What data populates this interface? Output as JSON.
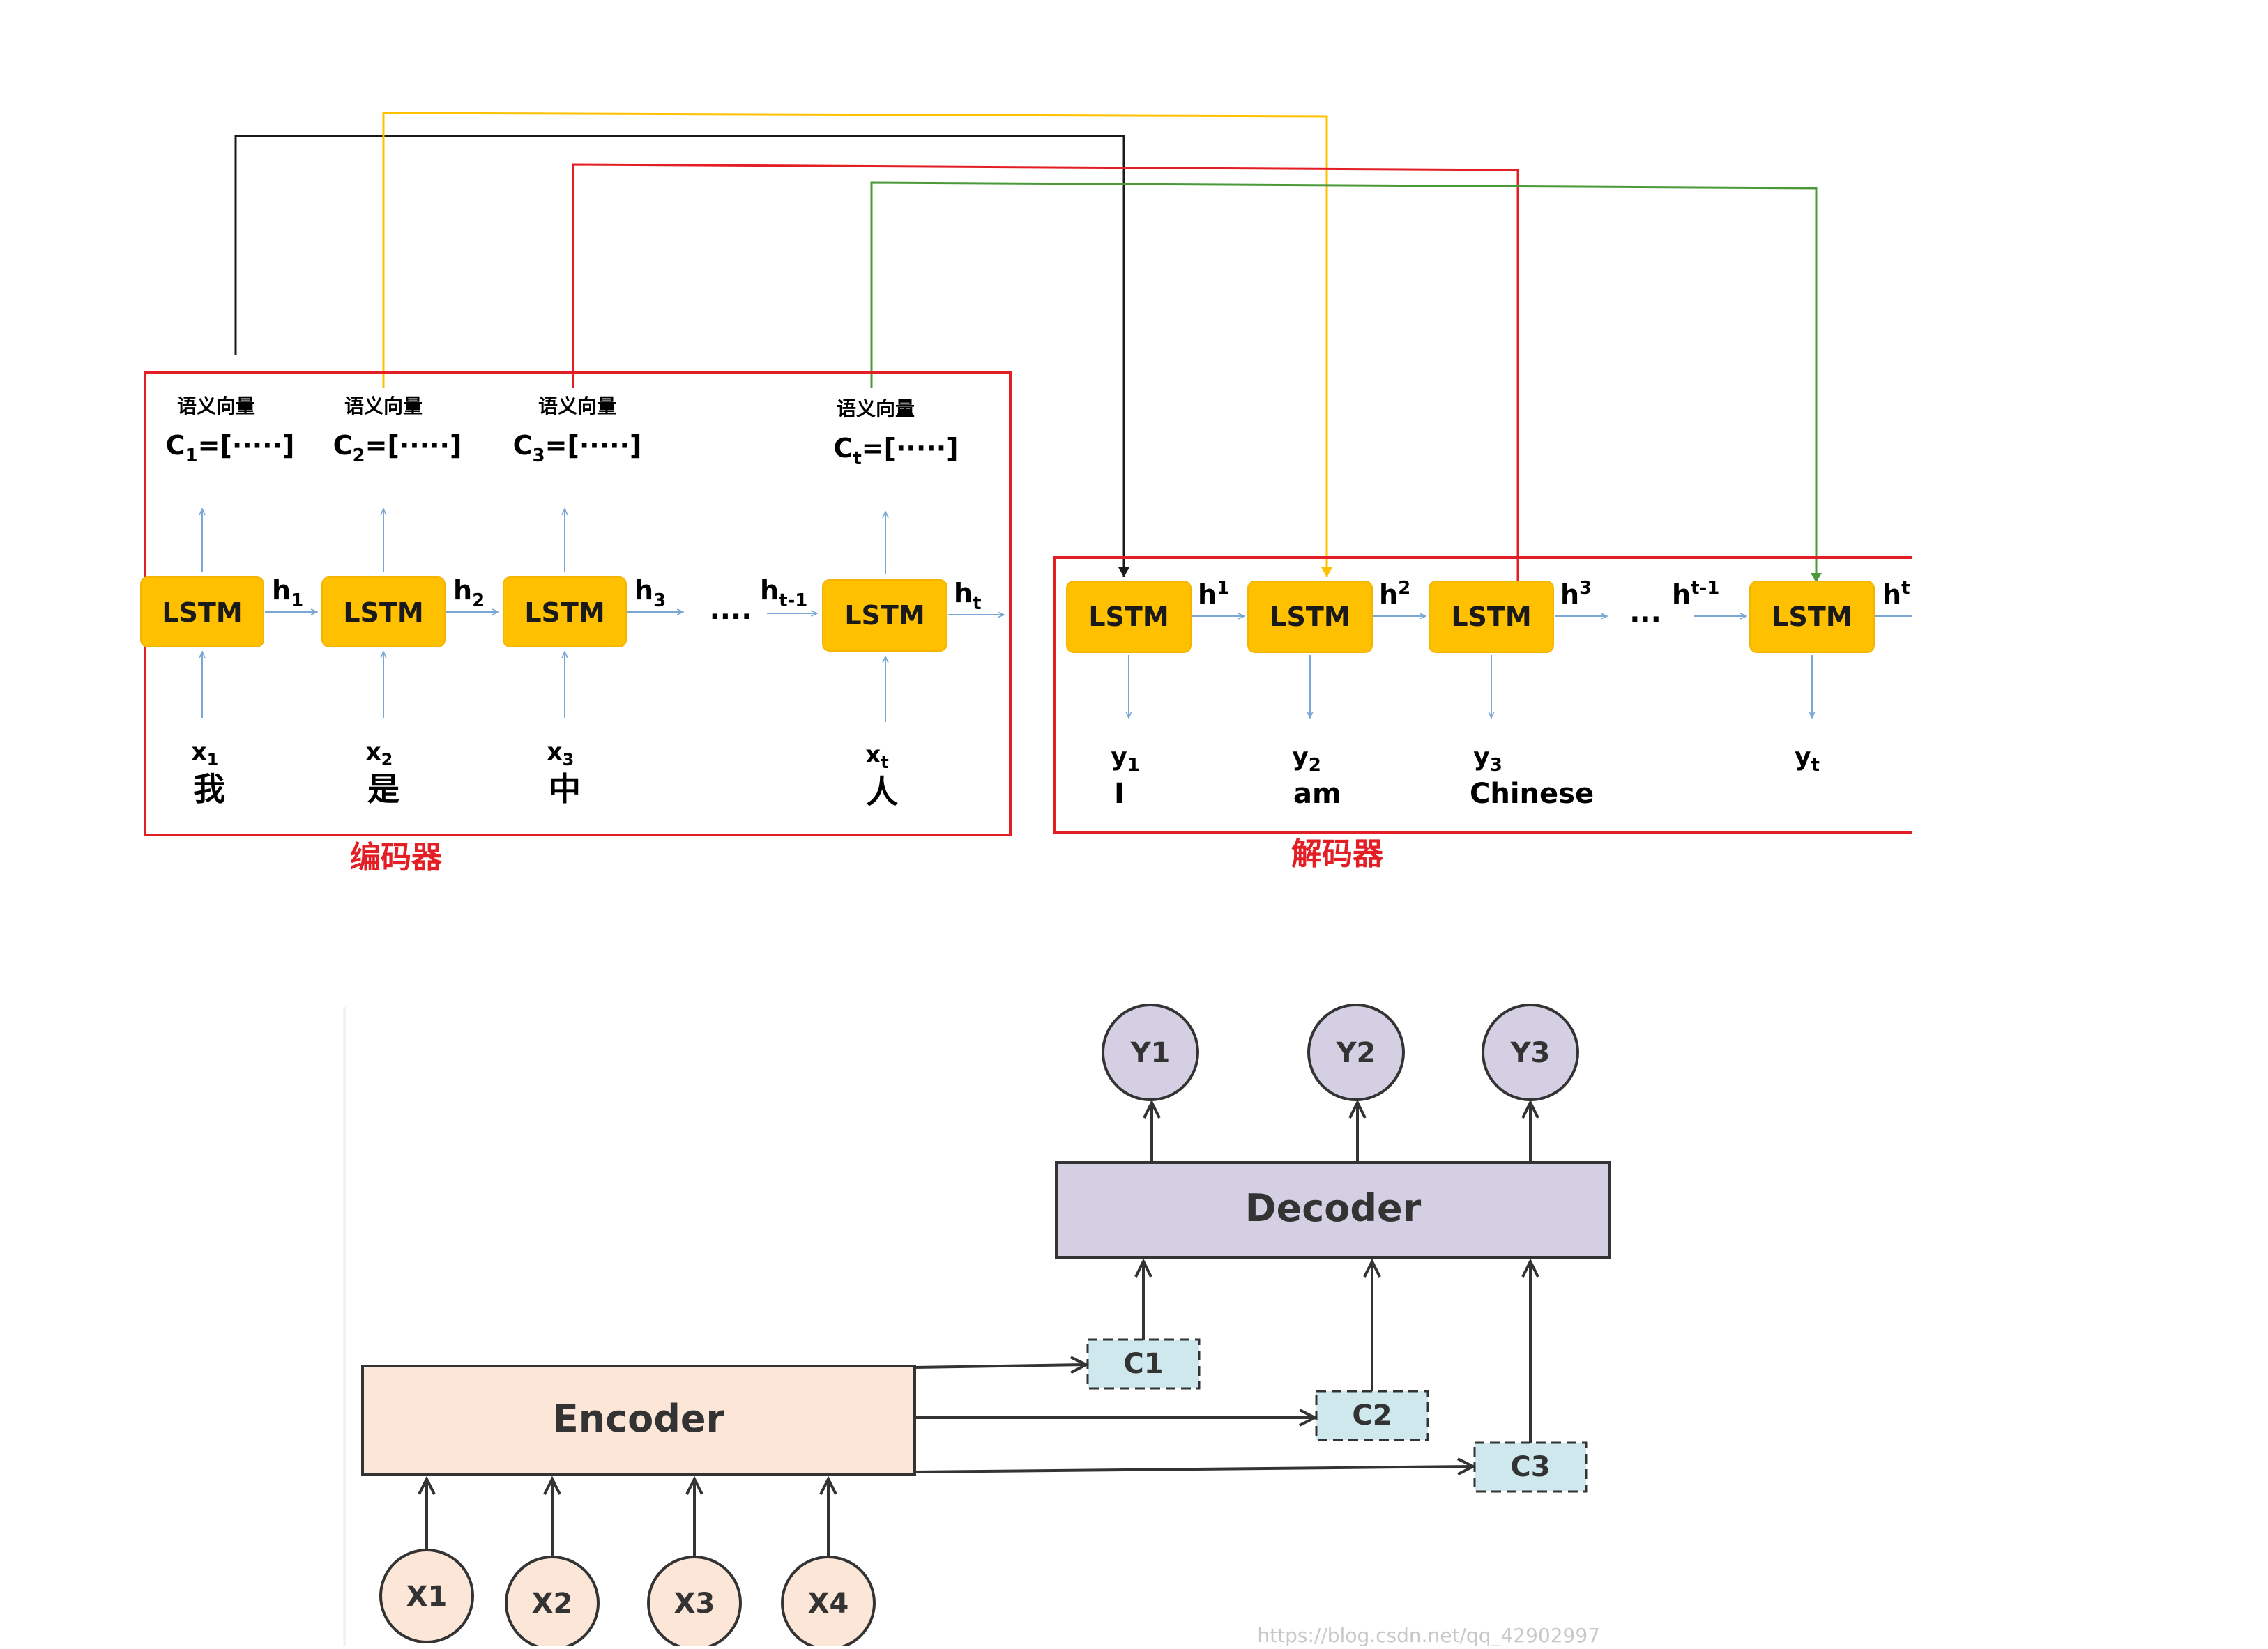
{
  "top_diagram": {
    "encoder_title": "编码器",
    "decoder_title": "解码器",
    "encoder_cells": [
      {
        "label": "LSTM",
        "h_main": "h",
        "h_sub": "1",
        "vec_label": "语义向量",
        "c_main": "C",
        "c_sub": "1",
        "c_rest": "=[·····]",
        "x_main": "x",
        "x_sub": "1",
        "word": "我"
      },
      {
        "label": "LSTM",
        "h_main": "h",
        "h_sub": "2",
        "vec_label": "语义向量",
        "c_main": "C",
        "c_sub": "2",
        "c_rest": "=[·····]",
        "x_main": "x",
        "x_sub": "2",
        "word": "是"
      },
      {
        "label": "LSTM",
        "h_main": "h",
        "h_sub": "3",
        "vec_label": "语义向量",
        "c_main": "C",
        "c_sub": "3",
        "c_rest": "=[·····]",
        "x_main": "x",
        "x_sub": "3",
        "word": "中"
      },
      {
        "label": "LSTM",
        "h_main": "h",
        "h_sub": "t",
        "vec_label": "语义向量",
        "c_main": "C",
        "c_sub": "t",
        "c_rest": "=[·····]",
        "x_main": "x",
        "x_sub": "t",
        "word": "人"
      }
    ],
    "encoder_ellipsis": "....",
    "encoder_prev_h": {
      "main": "h",
      "sub": "t-1"
    },
    "decoder_cells": [
      {
        "label": "LSTM",
        "h_main": "h",
        "h_sup": "1",
        "y_main": "y",
        "y_sub": "1",
        "word": "I"
      },
      {
        "label": "LSTM",
        "h_main": "h",
        "h_sup": "2",
        "y_main": "y",
        "y_sub": "2",
        "word": "am"
      },
      {
        "label": "LSTM",
        "h_main": "h",
        "h_sup": "3",
        "y_main": "y",
        "y_sub": "3",
        "word": "Chinese"
      },
      {
        "label": "LSTM",
        "h_main": "h",
        "h_sup": "t",
        "y_main": "y",
        "y_sub": "t",
        "word": ""
      }
    ],
    "decoder_ellipsis": "...",
    "decoder_prev_h": {
      "main": "h",
      "sup": "t-1"
    },
    "colors": {
      "lstm_fill": "#ffc000",
      "box_border": "#e31e24",
      "title_red": "#e31e24",
      "flow_blue": "#7aa7d6",
      "link_black": "#1a1a1a",
      "link_yellow": "#ffc000",
      "link_red": "#e31e24",
      "link_green": "#4a9a3a"
    }
  },
  "bottom_diagram": {
    "encoder_label": "Encoder",
    "decoder_label": "Decoder",
    "inputs": [
      "X1",
      "X2",
      "X3",
      "X4"
    ],
    "contexts": [
      "C1",
      "C2",
      "C3"
    ],
    "outputs": [
      "Y1",
      "Y2",
      "Y3"
    ],
    "watermark": "https://blog.csdn.net/qq_42902997",
    "colors": {
      "encoder_fill": "#fbe6d8",
      "decoder_fill": "#d5cfe3",
      "context_fill": "#cfe8ee",
      "input_fill": "#fbe6d8",
      "output_fill": "#d5cfe3",
      "stroke": "#333333"
    }
  }
}
